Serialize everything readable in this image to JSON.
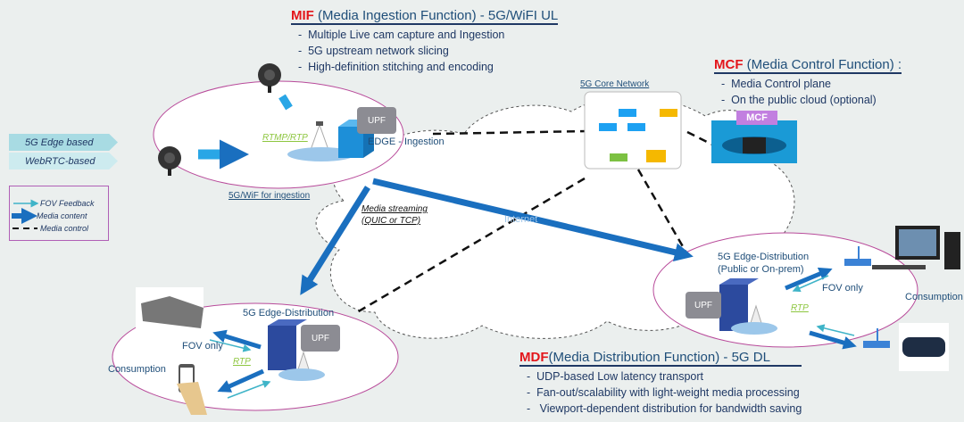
{
  "mif": {
    "acronym": "MIF",
    "title_rest": " (Media Ingestion Function) - 5G/WiFI UL",
    "bullets": [
      "Multiple Live cam capture and Ingestion",
      "5G upstream network slicing",
      "High-definition stitching and encoding"
    ]
  },
  "mcf": {
    "acronym": "MCF",
    "title_rest": " (Media Control Function) :",
    "bullets": [
      "Media Control plane",
      "On the public cloud (optional)"
    ],
    "box_label": "MCF"
  },
  "mdf": {
    "acronym": "MDF",
    "title_rest": "(Media Distribution Function) - 5G DL",
    "bullets": [
      "UDP-based Low latency transport",
      "Fan-out/scalability with light-weight media processing",
      " Viewport-dependent distribution for bandwidth saving"
    ]
  },
  "tags": [
    "5G Edge based",
    "WebRTC-based"
  ],
  "legend": {
    "items": [
      {
        "label": "FOV Feedback",
        "color": "#3fb4c8"
      },
      {
        "label": "Media content",
        "color": "#1a6fbf"
      },
      {
        "label": "Media control",
        "color": "#111111"
      }
    ]
  },
  "ingestion": {
    "rtp_label": "RTMP/RTP",
    "upf": "UPF",
    "edge_label": "EDGE - Ingestion",
    "network_label": "5G/WiF for ingestion"
  },
  "core": {
    "label": "5G Core Network"
  },
  "links": {
    "media_streaming_line1": "Media streaming",
    "media_streaming_line2": "(QUIC or TCP)",
    "internet": "Internet"
  },
  "edge_left": {
    "title": "5G Edge-Distribution",
    "upf": "UPF",
    "fov": "FOV only",
    "rtp": "RTP",
    "consumption": "Consumption"
  },
  "edge_right": {
    "title_line1": "5G Edge-Distribution",
    "title_line2": "(Public or On-prem)",
    "upf": "UPF",
    "fov": "FOV only",
    "rtp": "RTP",
    "consumption": "Consumption"
  },
  "colors": {
    "accent_red": "#e3161b",
    "title_blue": "#1f4e79",
    "media_blue": "#1a6fbf",
    "fov_teal": "#3fb4c8",
    "ellipse_border": "#b84a9a",
    "upf_grey": "#8c8c93",
    "mcf_purple": "#c27fe0"
  }
}
